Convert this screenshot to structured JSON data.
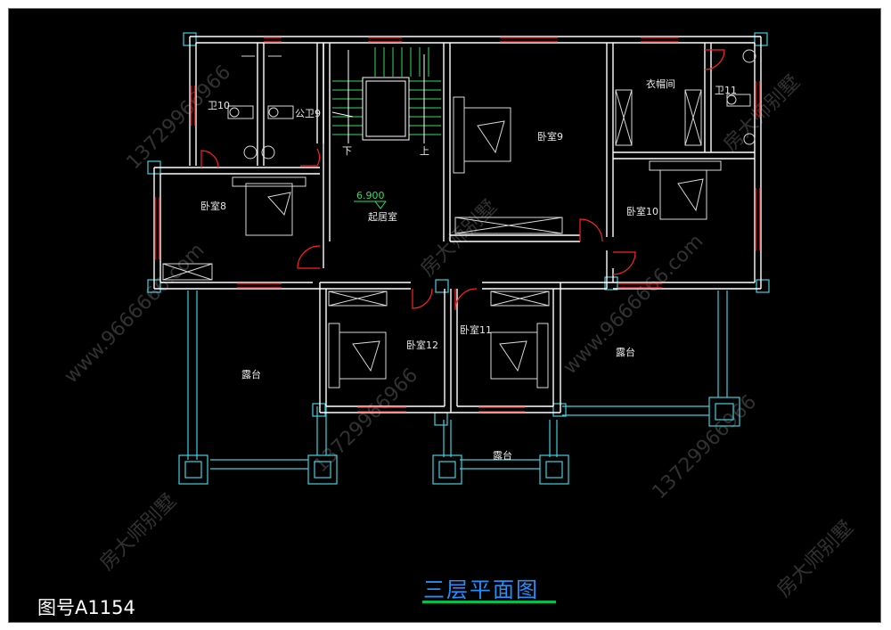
{
  "drawing": {
    "title": "三层平面图",
    "drawing_number": "图号A1154",
    "colors": {
      "background": "#000000",
      "wall": "#ffffff",
      "window": "#ff3030",
      "door": "#ff2020",
      "column": "#40d0e0",
      "furniture": "#d8d8d8",
      "title": "#1e90ff",
      "underline": "#00c050"
    }
  },
  "rooms": {
    "wei10": "卫10",
    "gongwei9": "公卫9",
    "bedroom8": "卧室8",
    "level": "6.900",
    "living": "起居室",
    "bedroom9": "卧室9",
    "closet": "衣帽间",
    "wei11": "卫11",
    "bedroom10": "卧室10",
    "bedroom12": "卧室12",
    "bedroom11": "卧室11",
    "terrace_left": "露台",
    "terrace_right": "露台",
    "terrace_bottom": "露台"
  },
  "stairs": {
    "down": "下",
    "up": "上"
  },
  "watermarks": {
    "brand": "房大师别墅",
    "phone": "13729966966",
    "site": "www.9666666.com"
  }
}
